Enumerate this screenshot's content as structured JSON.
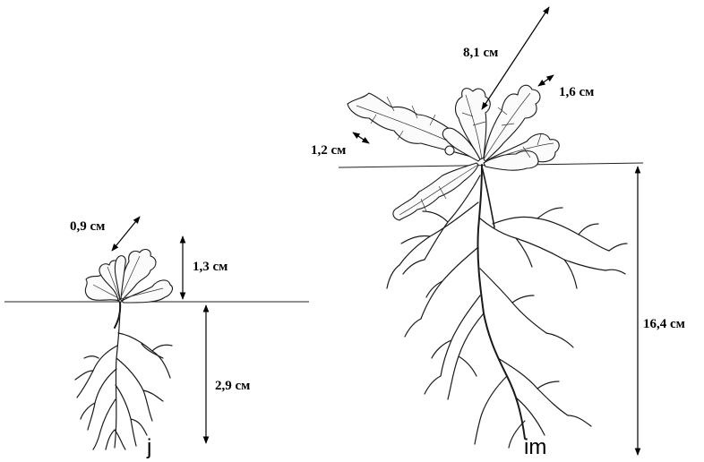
{
  "juvenile": {
    "stage_label": "j",
    "leaf_width_label": "0,9 см",
    "shoot_height_label": "1,3 см",
    "root_depth_label": "2,9 см"
  },
  "immature": {
    "stage_label": "im",
    "leaf_length_label": "8,1 см",
    "leaf_width_label": "1,6 см",
    "lobe_label": "1,2 см",
    "root_depth_label": "16,4 см"
  }
}
